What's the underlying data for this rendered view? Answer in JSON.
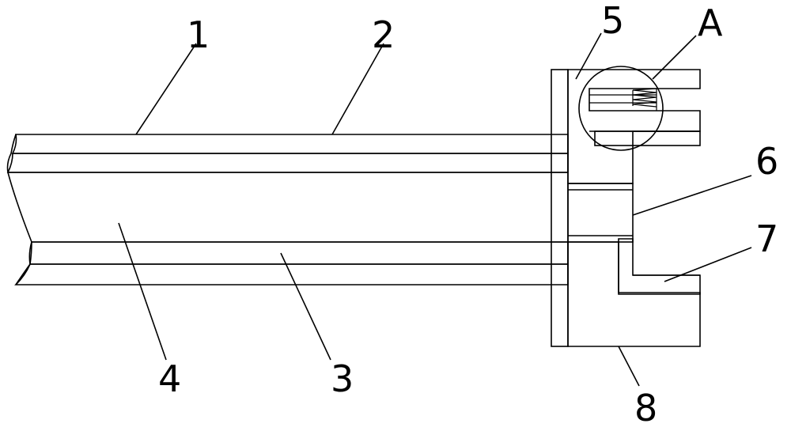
{
  "figure": {
    "labels": [
      {
        "id": "1",
        "text": "1"
      },
      {
        "id": "2",
        "text": "2"
      },
      {
        "id": "3",
        "text": "3"
      },
      {
        "id": "4",
        "text": "4"
      },
      {
        "id": "5",
        "text": "5"
      },
      {
        "id": "6",
        "text": "6"
      },
      {
        "id": "7",
        "text": "7"
      },
      {
        "id": "8",
        "text": "8"
      },
      {
        "id": "A",
        "text": "A"
      }
    ]
  }
}
